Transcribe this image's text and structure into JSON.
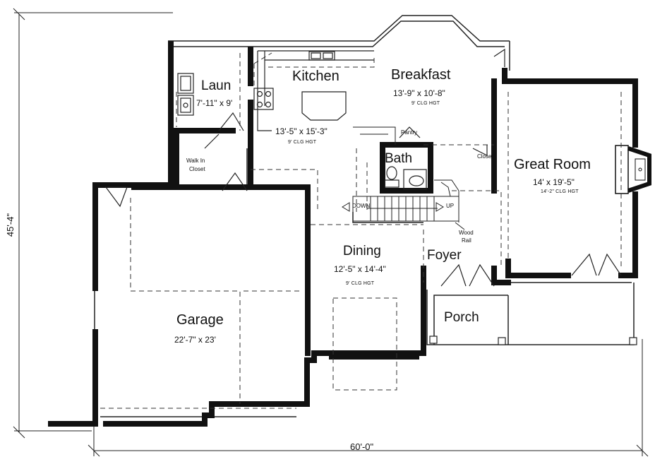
{
  "overall": {
    "depth": "45'-4\"",
    "width": "60'-0\""
  },
  "rooms": {
    "laundry": {
      "name": "Laun",
      "dims": "7'-11\" x 9'"
    },
    "kitchen": {
      "name": "Kitchen",
      "dims": "13'-5\" x 15'-3\"",
      "ceiling": "9' CLG HGT"
    },
    "breakfast": {
      "name": "Breakfast",
      "dims": "13'-9\" x 10'-8\"",
      "ceiling": "9' CLG HGT"
    },
    "great_room": {
      "name": "Great Room",
      "dims": "14' x 19'-5\"",
      "ceiling": "14'-2\" CLG HGT"
    },
    "garage": {
      "name": "Garage",
      "dims": "22'-7\" x 23'"
    },
    "dining": {
      "name": "Dining",
      "dims": "12'-5\" x 14'-4\"",
      "ceiling": "9' CLG HGT"
    },
    "foyer": {
      "name": "Foyer"
    },
    "porch": {
      "name": "Porch"
    },
    "bath": {
      "name": "Bath"
    },
    "pantry": {
      "name": "Pantry"
    },
    "closet": {
      "name": "Closet"
    },
    "walk_in": {
      "line1": "Walk In",
      "line2": "Closet"
    }
  },
  "stairs": {
    "down": "DOWN",
    "up": "UP",
    "rail_line1": "Wood",
    "rail_line2": "Rail"
  }
}
